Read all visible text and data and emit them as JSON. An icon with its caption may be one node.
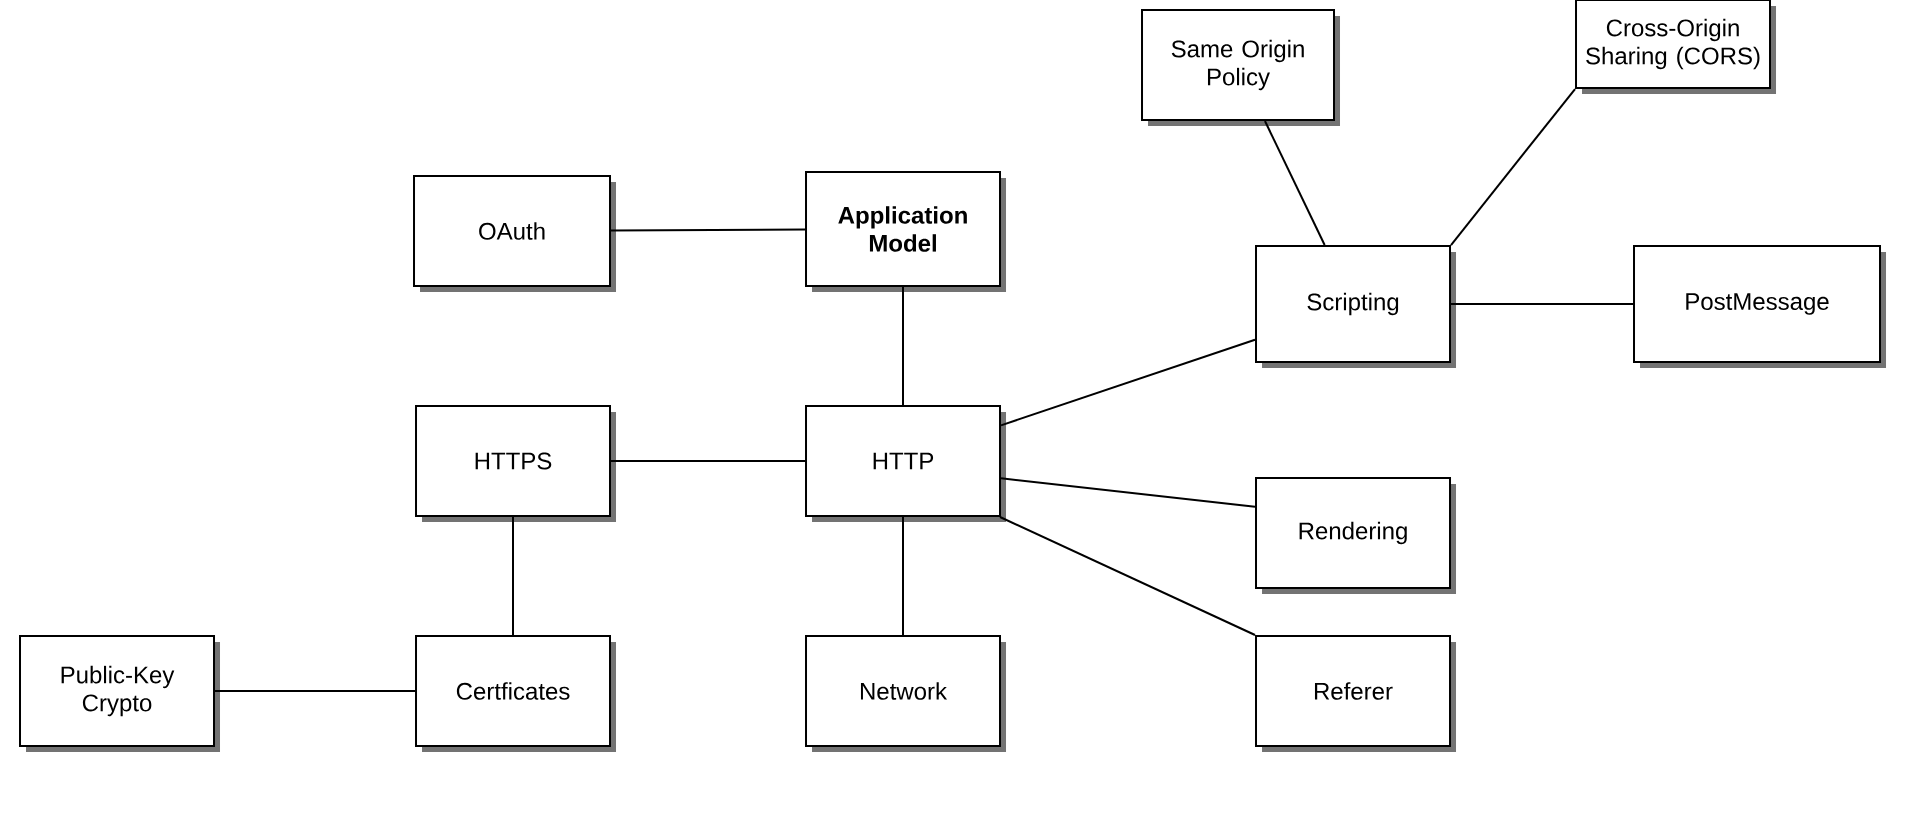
{
  "diagram": {
    "nodes": [
      {
        "text": [
          "OAuth"
        ]
      },
      {
        "text": [
          "Application Model"
        ]
      },
      {
        "text": [
          "Same Origin Policy"
        ]
      },
      {
        "text": [
          "Cross-Origin Sharing (CORS)"
        ]
      },
      {
        "text": [
          "Scripting"
        ]
      },
      {
        "text": [
          "PostMessage"
        ]
      },
      {
        "text": [
          "HTTPS"
        ]
      },
      {
        "text": [
          "HTTP"
        ]
      },
      {
        "text": [
          "Rendering"
        ]
      },
      {
        "text": [
          "Public-Key Crypto"
        ]
      },
      {
        "text": [
          "Certficates"
        ]
      },
      {
        "text": [
          "Network"
        ]
      },
      {
        "text": [
          "Referer"
        ]
      }
    ],
    "edges": [
      {
        "from": 0,
        "to": 1,
        "arrow": "none"
      },
      {
        "from": 1,
        "to": 7,
        "arrow": "none"
      },
      {
        "from": 2,
        "to": 4,
        "arrow": "none"
      },
      {
        "from": 3,
        "to": 4,
        "arrow": "none"
      },
      {
        "from": 4,
        "to": 5,
        "arrow": "none"
      },
      {
        "from": 7,
        "to": 4,
        "arrow": "none"
      },
      {
        "from": 6,
        "to": 7,
        "arrow": "none"
      },
      {
        "from": 7,
        "to": 8,
        "arrow": "none"
      },
      {
        "from": 7,
        "to": 12,
        "arrow": "none"
      },
      {
        "from": 7,
        "to": 11,
        "arrow": "none"
      },
      {
        "from": 6,
        "to": 10,
        "arrow": "none"
      },
      {
        "from": 9,
        "to": 10,
        "arrow": "none"
      }
    ]
  }
}
